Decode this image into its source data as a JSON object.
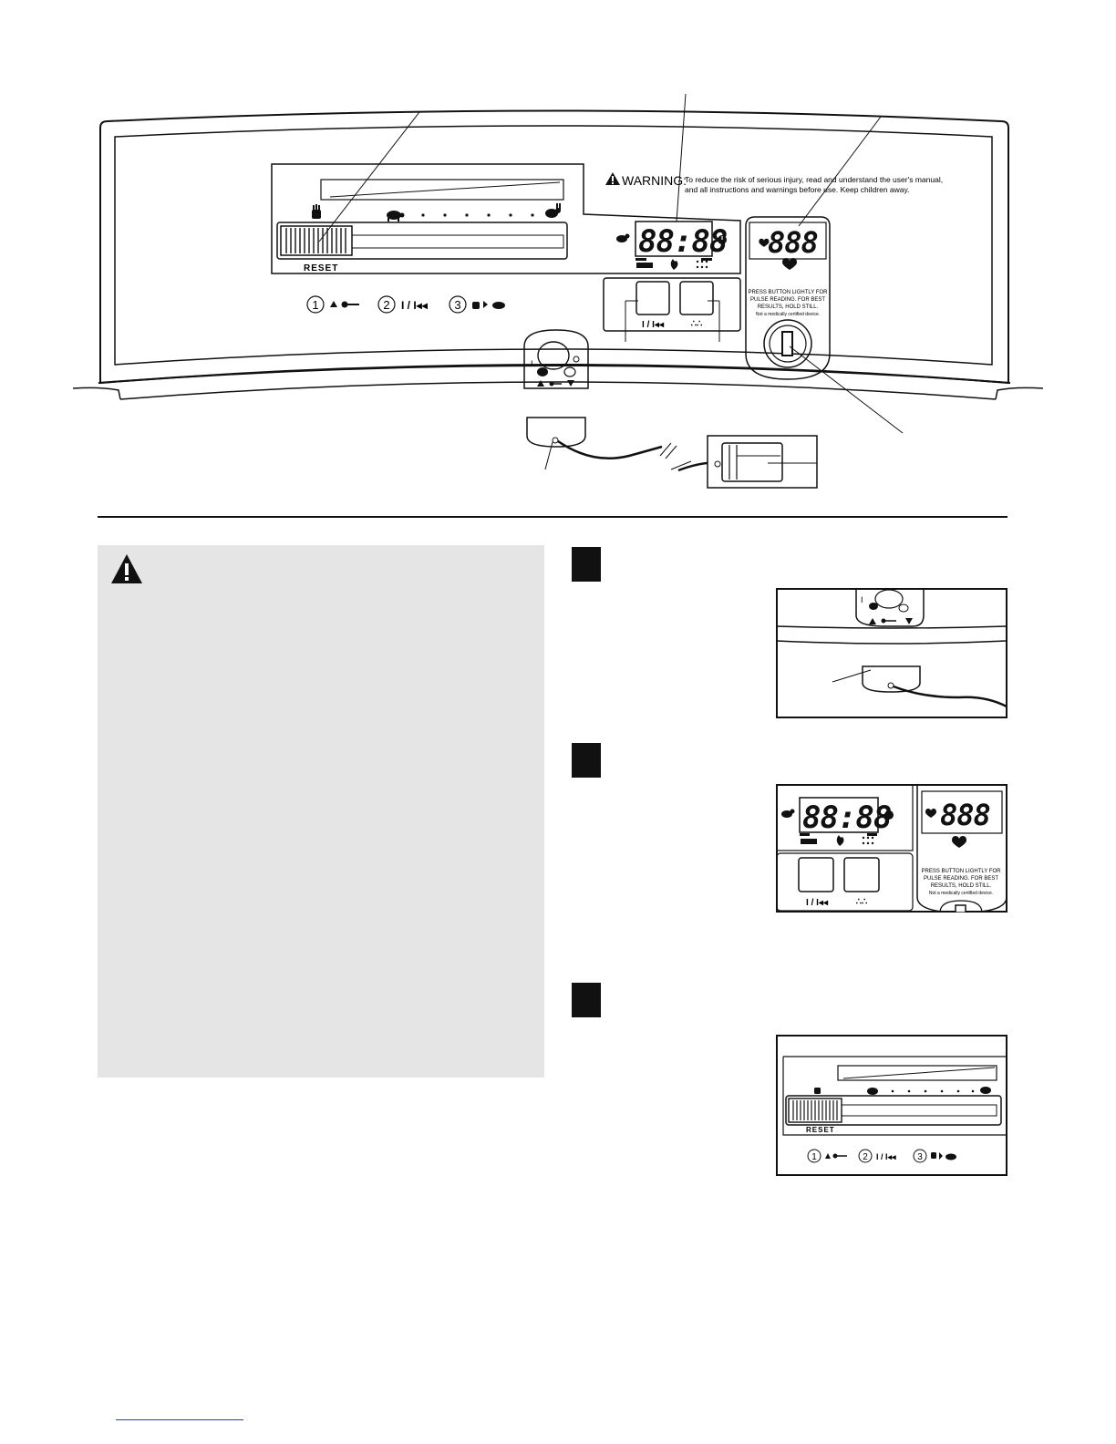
{
  "console": {
    "warning_word": "WARNING:",
    "warning_line1": "To reduce the risk of serious injury, read and understand the user's manual,",
    "warning_line2": "and all instructions and warnings before use.  Keep children away.",
    "reset_label": "RESET",
    "time_display": "88:88",
    "pulse_display": "888",
    "button_left_label": "I / I◂◂",
    "button_right_label": "∴∴",
    "pulse_instructions": [
      "PRESS BUTTON LIGHTLY FOR",
      "PULSE READING.  FOR BEST",
      "RESULTS, HOLD STILL.",
      "Not a medically certified device."
    ],
    "steps_legend": [
      "1",
      "2",
      "3"
    ],
    "key_panel_mark": "I"
  },
  "fig1": {
    "key_panel_mark": "I"
  },
  "fig2": {
    "time_display": "88:88",
    "pulse_display": "888",
    "button_left_label": "I / I◂◂",
    "button_right_label": "∴∴",
    "pulse_instructions": [
      "PRESS BUTTON LIGHTLY FOR",
      "PULSE READING.  FOR BEST",
      "RESULTS, HOLD STILL.",
      "Not a medically certified device."
    ]
  },
  "fig3": {
    "reset_label": "RESET",
    "steps_legend": [
      "1",
      "2",
      "3"
    ]
  },
  "icons": [
    "warning-triangle-icon",
    "hand-icon",
    "turtle-icon",
    "rabbit-icon",
    "clock-icon",
    "flame-icon",
    "heart-icon",
    "key-icon"
  ],
  "colors": {
    "ink": "#111111",
    "callout_gray": "#e5e5e5",
    "link_blue": "#2a3fb0"
  }
}
